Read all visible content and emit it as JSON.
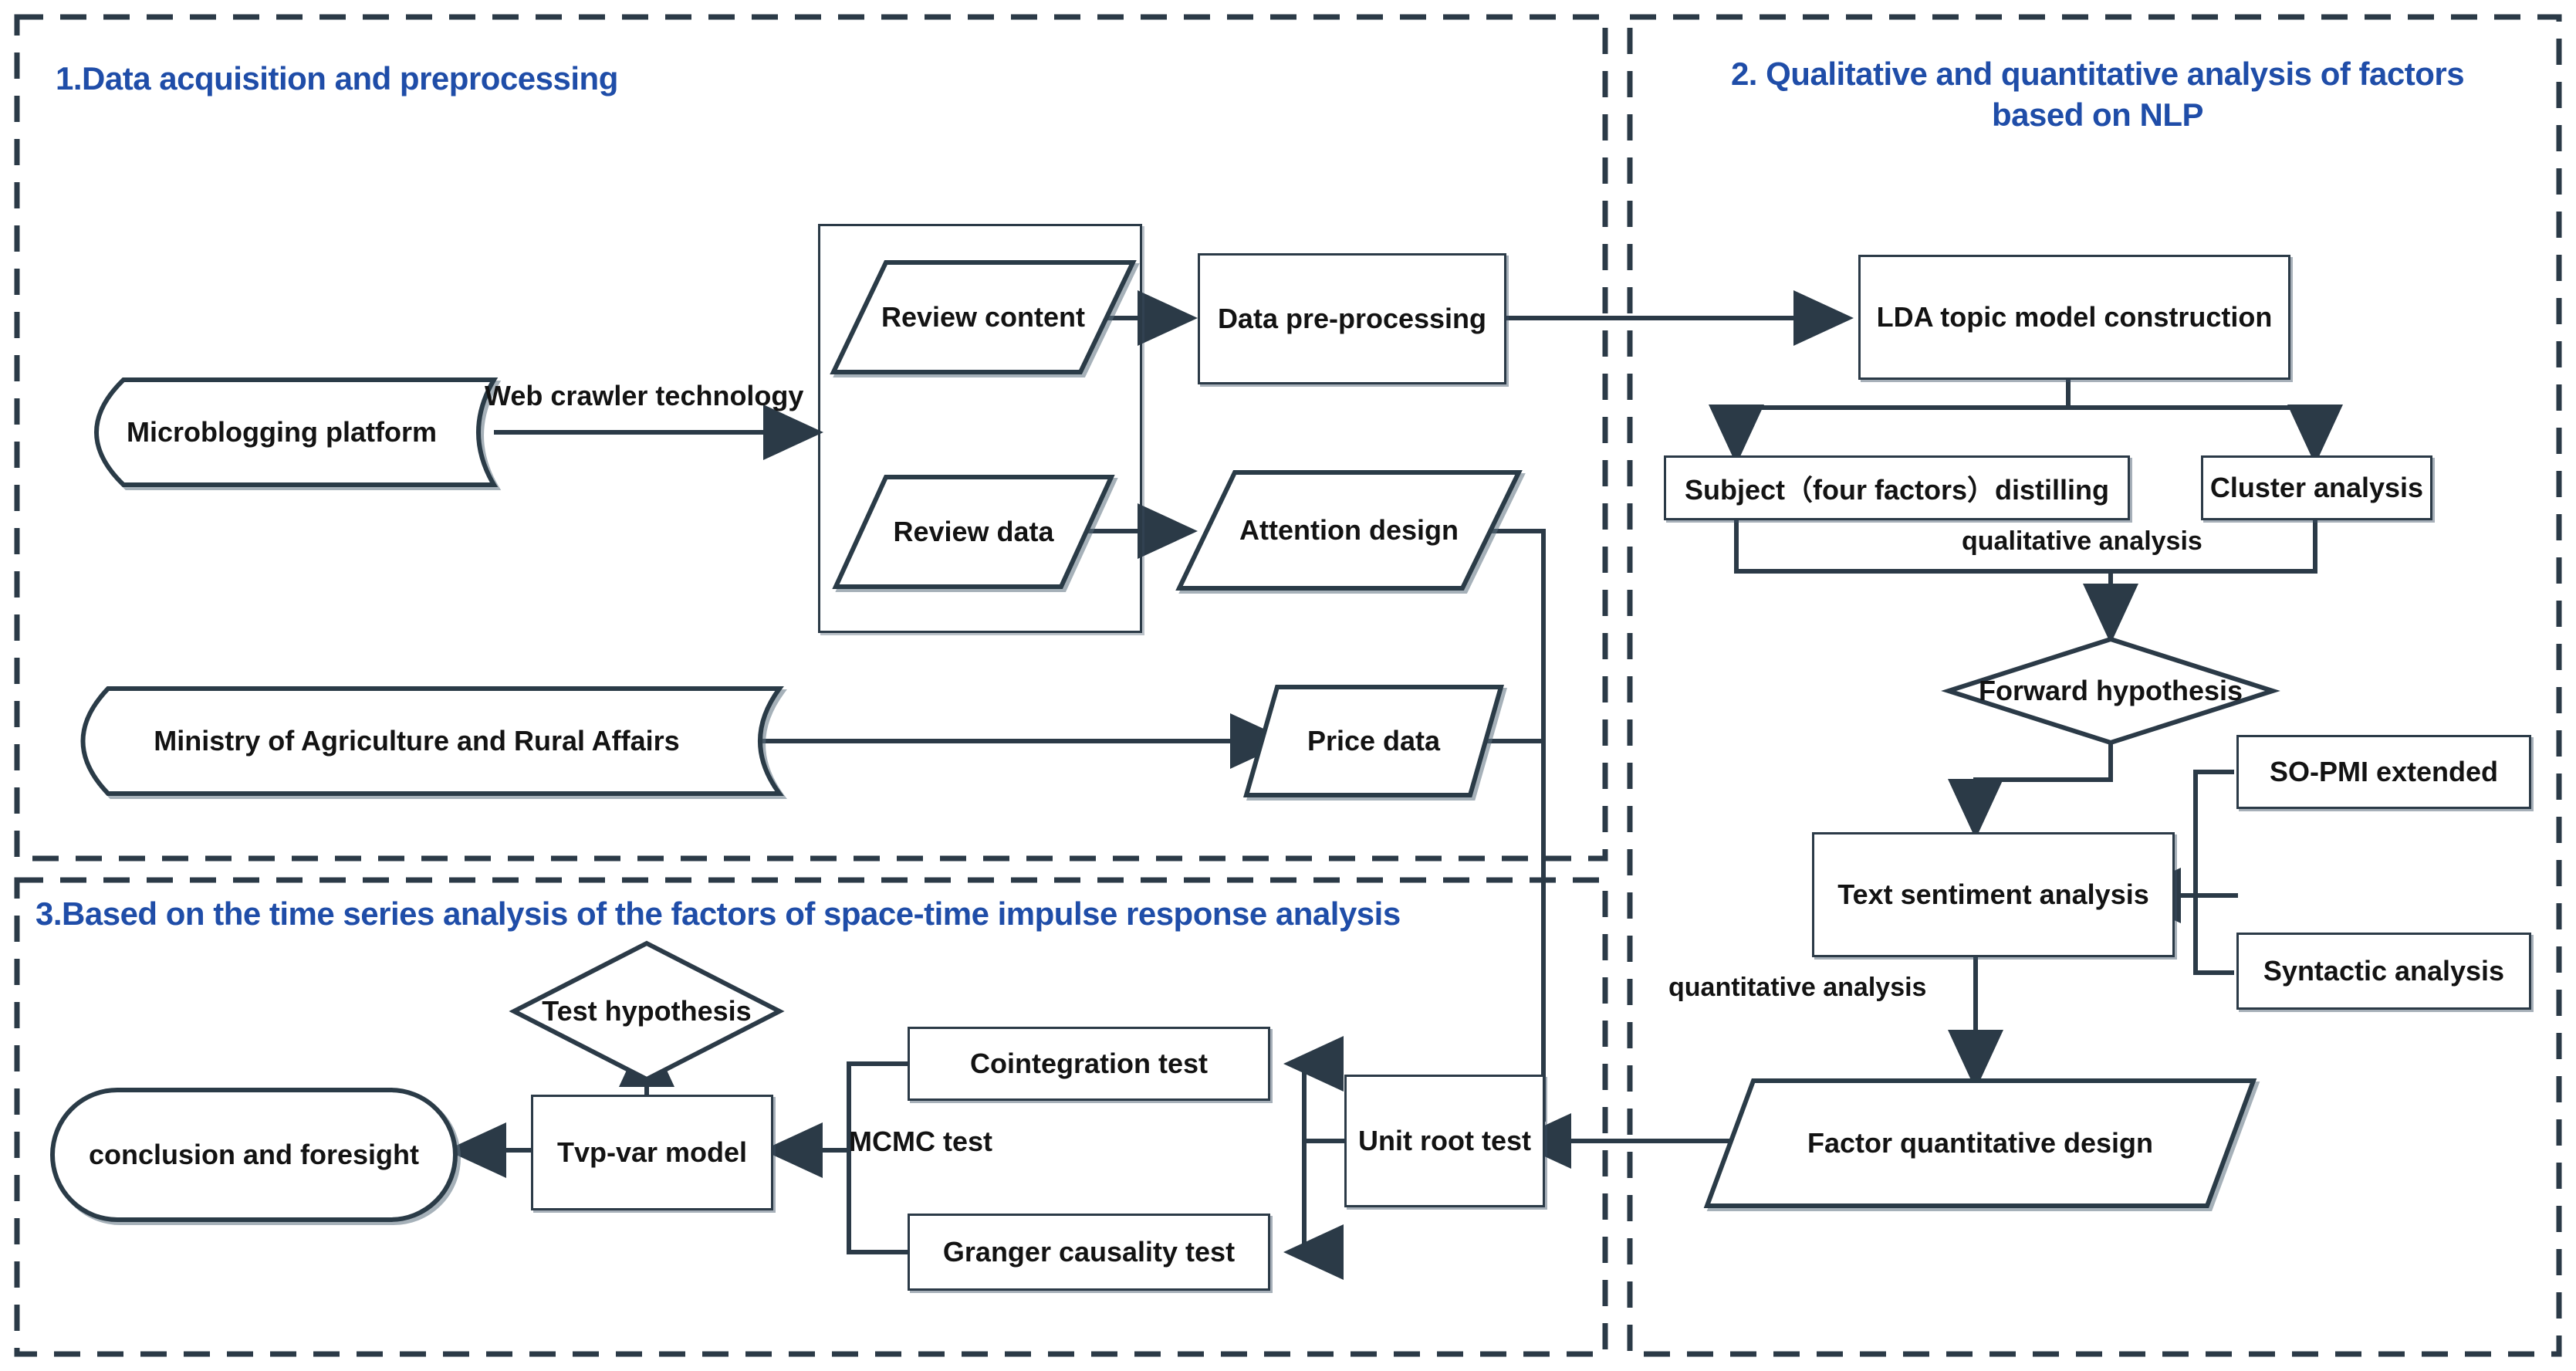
{
  "diagram": {
    "title_color": "#1F4DA8",
    "line_color": "#2B3A47",
    "panels": [
      {
        "id": "p1",
        "title": "1.Data acquisition and preprocessing"
      },
      {
        "id": "p2",
        "title": "2. Qualitative and quantitative analysis of factors\nbased on NLP"
      },
      {
        "id": "p3",
        "title": "3.Based on the time series analysis of the factors of space-time impulse response analysis"
      }
    ],
    "nodes": {
      "microblogging_platform": "Microblogging platform",
      "ministry": "Ministry of Agriculture and Rural Affairs",
      "review_content": "Review content",
      "review_data": "Review data",
      "data_preprocessing": "Data pre-processing",
      "attention_design": "Attention design",
      "price_data": "Price data",
      "lda_topic_model": "LDA topic model construction",
      "subject_distilling": "Subject（four factors）distilling",
      "cluster_analysis": "Cluster analysis",
      "forward_hypothesis": "Forward hypothesis",
      "text_sentiment": "Text sentiment analysis",
      "so_pmi": "SO-PMI extended",
      "syntactic_analysis": "Syntactic analysis",
      "factor_quant_design": "Factor quantitative design",
      "unit_root_test": "Unit root test",
      "cointegration_test": "Cointegration test",
      "granger_test": "Granger causality test",
      "tvp_var_model": "Tvp-var model",
      "test_hypothesis": "Test hypothesis",
      "conclusion": "conclusion and foresight"
    },
    "edge_labels": {
      "web_crawler": "Web crawler technology",
      "qualitative_analysis": "qualitative analysis",
      "quantitative_analysis": "quantitative analysis",
      "mcmc_test": "MCMC test"
    }
  }
}
